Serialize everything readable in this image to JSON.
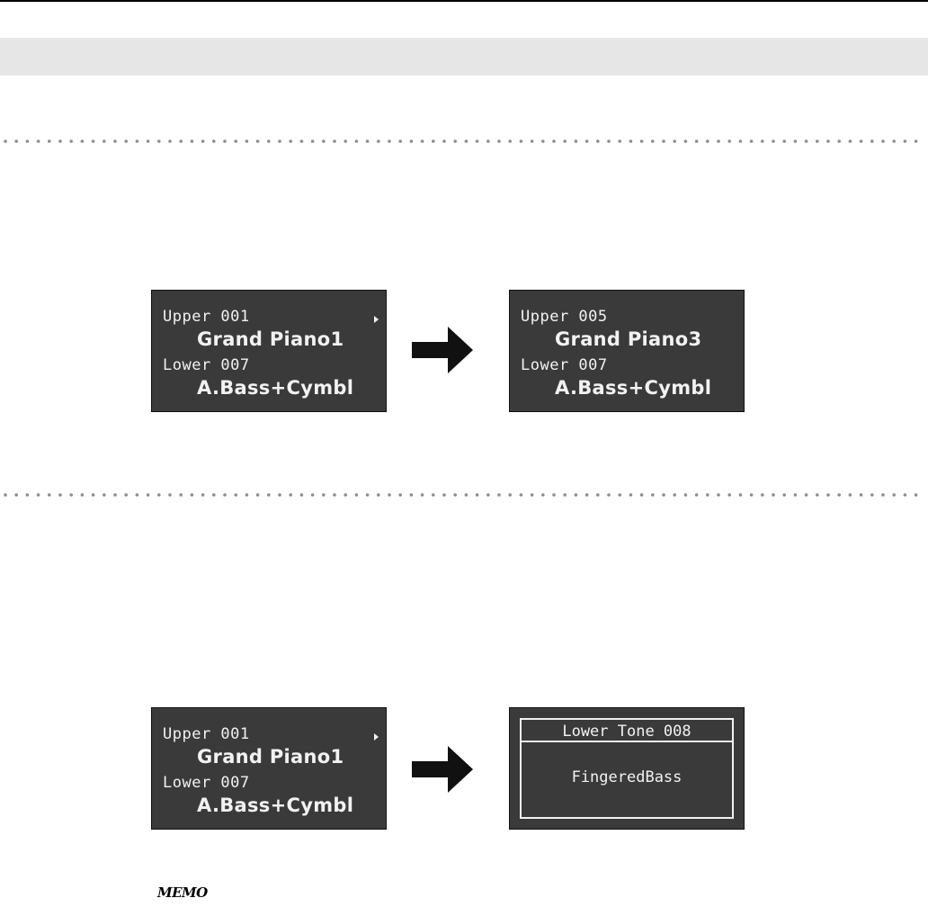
{
  "displays": [
    {
      "upper_label": "Upper 001",
      "upper_tone": "Grand Piano1",
      "lower_label": "Lower 007",
      "lower_tone": "A.Bass+Cymbl",
      "has_pointer": true
    },
    {
      "upper_label": "Upper 005",
      "upper_tone": "Grand Piano3",
      "lower_label": "Lower 007",
      "lower_tone": "A.Bass+Cymbl",
      "has_pointer": false
    },
    {
      "upper_label": "Upper 001",
      "upper_tone": "Grand Piano1",
      "lower_label": "Lower 007",
      "lower_tone": "A.Bass+Cymbl",
      "has_pointer": true
    }
  ],
  "tone_window": {
    "title": "Lower Tone 008",
    "value": "FingeredBass"
  },
  "memo_label": "MEMO",
  "colors": {
    "header_bar": "#e6e6e6",
    "lcd_background": "#3a3a3a",
    "lcd_text": "#f2f2f2",
    "dots": "#8c8c8c"
  }
}
